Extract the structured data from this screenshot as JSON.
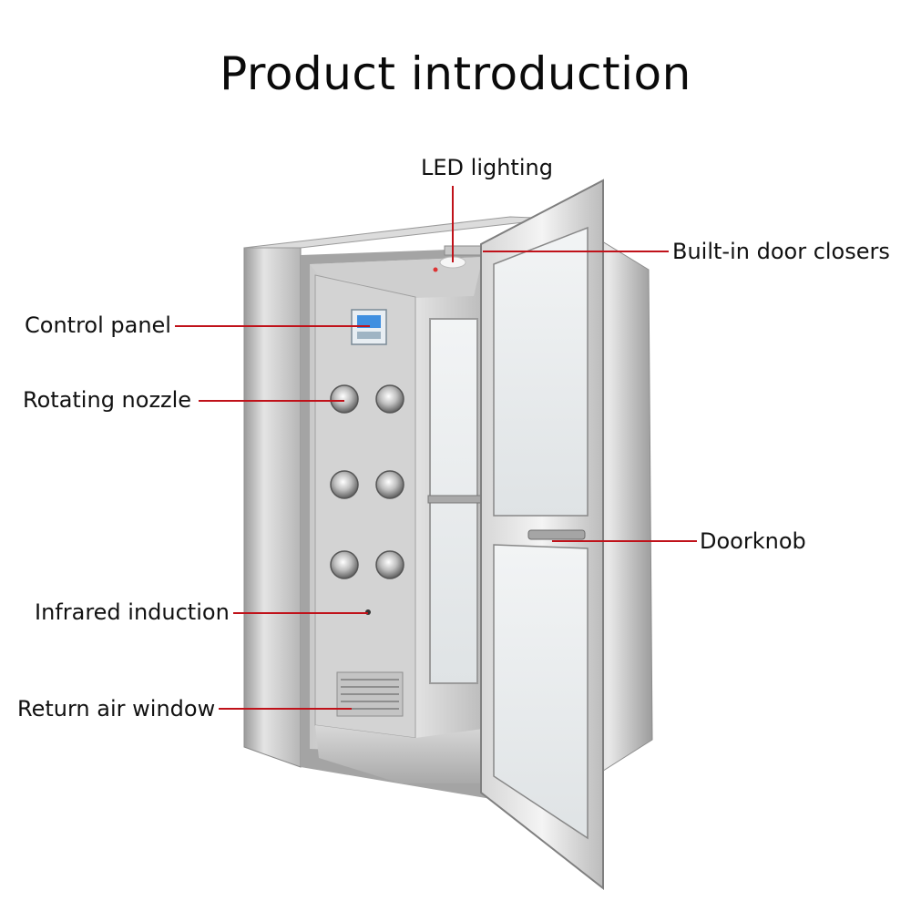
{
  "title": "Product introduction",
  "callouts": {
    "led_lighting": "LED lighting",
    "door_closers": "Built-in door closers",
    "control_panel": "Control panel",
    "rotating_nozzle": "Rotating nozzle",
    "doorknob": "Doorknob",
    "infrared_induction": "Infrared induction",
    "return_air_window": "Return air window"
  },
  "colors": {
    "leader_line": "#c0121a",
    "title_text": "#0a0a0a",
    "steel_light": "#e6e6e6",
    "steel_dark": "#8e8e8e",
    "screen_blue": "#3f8fe0"
  }
}
